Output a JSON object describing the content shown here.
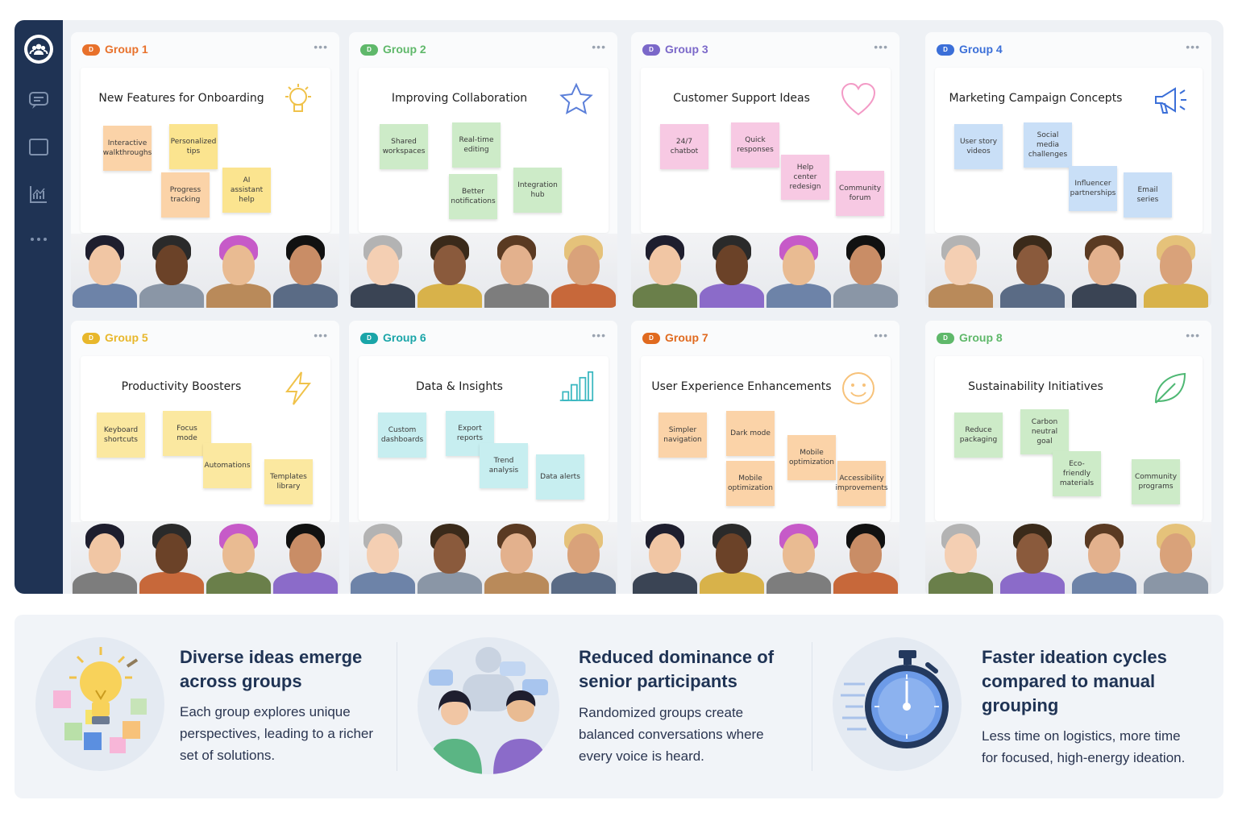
{
  "colors": {
    "sidebar": "#1f3354",
    "accent": "#3b6fd8"
  },
  "sidebar": {
    "items": [
      {
        "icon": "people-icon",
        "active": true
      },
      {
        "icon": "chat-icon",
        "active": false
      },
      {
        "icon": "whiteboard-icon",
        "active": false
      },
      {
        "icon": "chart-icon",
        "active": false
      },
      {
        "icon": "more-icon",
        "active": false
      }
    ]
  },
  "groups": [
    {
      "badge": "D",
      "name": "Group 1",
      "color": "#e8712b",
      "title": "New Features for Onboarding",
      "deco": "lightbulb-icon",
      "notes": [
        "Interactive walkthroughs",
        "Personalized tips",
        "Progress tracking",
        "AI assistant help"
      ]
    },
    {
      "badge": "D",
      "name": "Group 2",
      "color": "#5fb86a",
      "title": "Improving Collaboration",
      "deco": "star-icon",
      "notes": [
        "Shared workspaces",
        "Real-time editing",
        "Better notifications",
        "Integration hub"
      ]
    },
    {
      "badge": "D",
      "name": "Group 3",
      "color": "#7b68c9",
      "title": "Customer Support Ideas",
      "deco": "heart-icon",
      "notes": [
        "24/7 chatbot",
        "Quick responses",
        "Help center redesign",
        "Community forum"
      ]
    },
    {
      "badge": "D",
      "name": "Group 4",
      "color": "#3b6fd8",
      "title": "Marketing Campaign Concepts",
      "deco": "megaphone-icon",
      "notes": [
        "User story videos",
        "Social media challenges",
        "Influencer partnerships",
        "Email series"
      ]
    },
    {
      "badge": "D",
      "name": "Group 5",
      "color": "#e8b72b",
      "title": "Productivity Boosters",
      "deco": "lightning-icon",
      "notes": [
        "Keyboard shortcuts",
        "Focus mode",
        "Automations",
        "Templates library"
      ]
    },
    {
      "badge": "D",
      "name": "Group 6",
      "color": "#1aa5a8",
      "title": "Data & Insights",
      "deco": "bar-chart-icon",
      "notes": [
        "Custom dashboards",
        "Export reports",
        "Trend analysis",
        "Data alerts"
      ]
    },
    {
      "badge": "D",
      "name": "Group 7",
      "color": "#e06a1f",
      "title": "User Experience Enhancements",
      "deco": "smiley-icon",
      "notes": [
        "Simpler navigation",
        "Dark mode",
        "Mobile optimization",
        "Mobile optimization",
        "Accessibility improvements"
      ]
    },
    {
      "badge": "D",
      "name": "Group 8",
      "color": "#5fb86a",
      "title": "Sustainability Initiatives",
      "deco": "leaf-icon",
      "notes": [
        "Reduce packaging",
        "Carbon neutral goal",
        "Eco-friendly materials",
        "Community programs"
      ]
    }
  ],
  "features": [
    {
      "title": "Diverse ideas emerge across groups",
      "desc": "Each group explores unique perspectives, leading to a richer set of solutions.",
      "icon": "lightbulb-icon"
    },
    {
      "title": "Reduced dominance of senior participants",
      "desc": "Randomized groups create balanced conversations where every voice is heard.",
      "icon": "conversation-icon"
    },
    {
      "title": "Faster ideation cycles compared to manual grouping",
      "desc": "Less time on logistics, more time for focused, high-energy ideation.",
      "icon": "stopwatch-icon"
    }
  ]
}
